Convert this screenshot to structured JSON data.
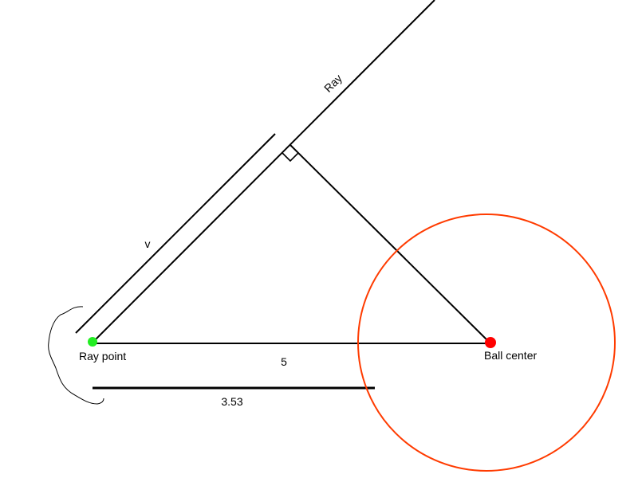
{
  "labels": {
    "ray": "Ray",
    "v": "v",
    "ray_point": "Ray point",
    "ball_center": "Ball center",
    "hypotenuse_length": "5",
    "projection_length": "3.53"
  },
  "colors": {
    "line": "#000000",
    "circle": "#ff3b00",
    "ray_point": "#22ee22",
    "ball_center": "#ff0000"
  }
}
